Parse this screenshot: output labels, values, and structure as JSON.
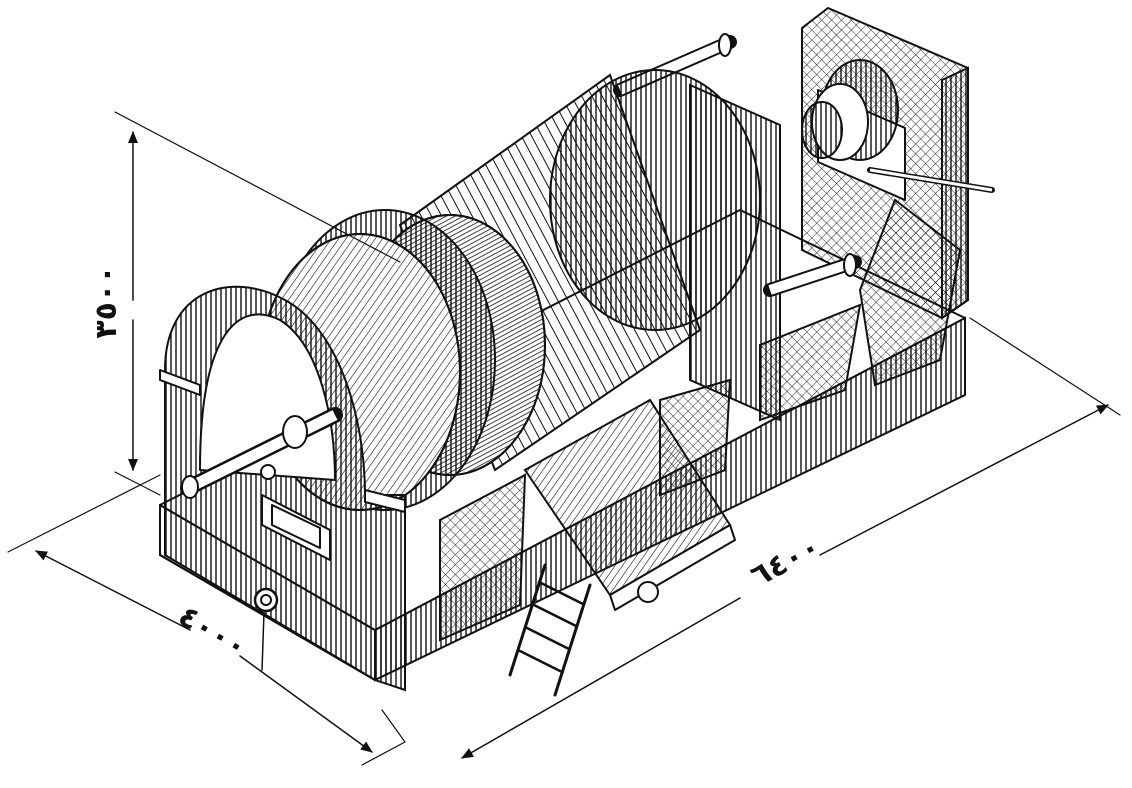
{
  "diagram": {
    "subject": "generator",
    "dimensions": {
      "height": {
        "label": "٣٥٠٠",
        "value": 3500
      },
      "width": {
        "label": "٤٠٠٠",
        "value": 4000
      },
      "length": {
        "label": "٦٤٠٠",
        "value": 6400
      }
    }
  },
  "colors": {
    "ink": "#111111",
    "paper": "#ffffff"
  }
}
